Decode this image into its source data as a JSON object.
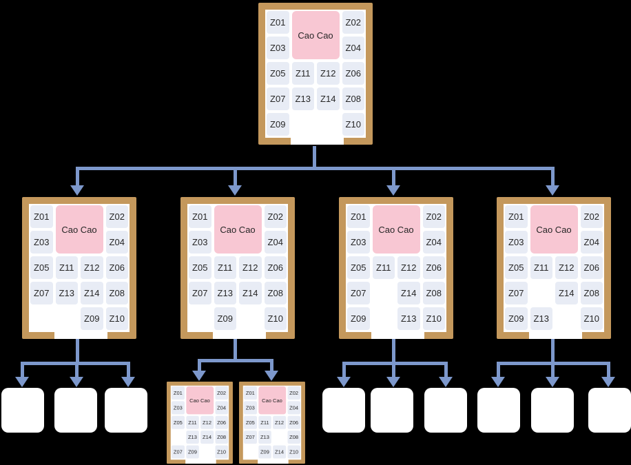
{
  "diagram_label": "klotski-solution-tree",
  "cao_label": "Cao Cao",
  "colors": {
    "background": "#000000",
    "board_frame": "#C4985C",
    "board_floor": "#FFFFFF",
    "piece": "#E8ECF5",
    "cao_piece": "#F8C7D3",
    "arrow": "#7D98CC",
    "piece_text": "#262626"
  },
  "boards": {
    "root": {
      "pieces": [
        {
          "label": "Z01",
          "row": 1,
          "col": 1
        },
        {
          "label": "Cao Cao",
          "row": 1,
          "col": 2,
          "rowspan": 2,
          "colspan": 2,
          "type": "cao"
        },
        {
          "label": "Z02",
          "row": 1,
          "col": 4
        },
        {
          "label": "Z03",
          "row": 2,
          "col": 1
        },
        {
          "label": "Z04",
          "row": 2,
          "col": 4
        },
        {
          "label": "Z05",
          "row": 3,
          "col": 1
        },
        {
          "label": "Z11",
          "row": 3,
          "col": 2
        },
        {
          "label": "Z12",
          "row": 3,
          "col": 3
        },
        {
          "label": "Z06",
          "row": 3,
          "col": 4
        },
        {
          "label": "Z07",
          "row": 4,
          "col": 1
        },
        {
          "label": "Z13",
          "row": 4,
          "col": 2
        },
        {
          "label": "Z14",
          "row": 4,
          "col": 3
        },
        {
          "label": "Z08",
          "row": 4,
          "col": 4
        },
        {
          "label": "Z09",
          "row": 5,
          "col": 1
        },
        {
          "label": "Z10",
          "row": 5,
          "col": 4
        }
      ]
    },
    "child1": {
      "pieces": [
        {
          "label": "Z01",
          "row": 1,
          "col": 1
        },
        {
          "label": "Cao Cao",
          "row": 1,
          "col": 2,
          "rowspan": 2,
          "colspan": 2,
          "type": "cao"
        },
        {
          "label": "Z02",
          "row": 1,
          "col": 4
        },
        {
          "label": "Z03",
          "row": 2,
          "col": 1
        },
        {
          "label": "Z04",
          "row": 2,
          "col": 4
        },
        {
          "label": "Z05",
          "row": 3,
          "col": 1
        },
        {
          "label": "Z11",
          "row": 3,
          "col": 2
        },
        {
          "label": "Z12",
          "row": 3,
          "col": 3
        },
        {
          "label": "Z06",
          "row": 3,
          "col": 4
        },
        {
          "label": "Z07",
          "row": 4,
          "col": 1
        },
        {
          "label": "Z13",
          "row": 4,
          "col": 2
        },
        {
          "label": "Z14",
          "row": 4,
          "col": 3
        },
        {
          "label": "Z08",
          "row": 4,
          "col": 4
        },
        {
          "label": "Z09",
          "row": 5,
          "col": 3
        },
        {
          "label": "Z10",
          "row": 5,
          "col": 4
        }
      ]
    },
    "child2": {
      "pieces": [
        {
          "label": "Z01",
          "row": 1,
          "col": 1
        },
        {
          "label": "Cao Cao",
          "row": 1,
          "col": 2,
          "rowspan": 2,
          "colspan": 2,
          "type": "cao"
        },
        {
          "label": "Z02",
          "row": 1,
          "col": 4
        },
        {
          "label": "Z03",
          "row": 2,
          "col": 1
        },
        {
          "label": "Z04",
          "row": 2,
          "col": 4
        },
        {
          "label": "Z05",
          "row": 3,
          "col": 1
        },
        {
          "label": "Z11",
          "row": 3,
          "col": 2
        },
        {
          "label": "Z12",
          "row": 3,
          "col": 3
        },
        {
          "label": "Z06",
          "row": 3,
          "col": 4
        },
        {
          "label": "Z07",
          "row": 4,
          "col": 1
        },
        {
          "label": "Z13",
          "row": 4,
          "col": 2
        },
        {
          "label": "Z14",
          "row": 4,
          "col": 3
        },
        {
          "label": "Z08",
          "row": 4,
          "col": 4
        },
        {
          "label": "Z09",
          "row": 5,
          "col": 2
        },
        {
          "label": "Z10",
          "row": 5,
          "col": 4
        }
      ]
    },
    "child3": {
      "pieces": [
        {
          "label": "Z01",
          "row": 1,
          "col": 1
        },
        {
          "label": "Cao Cao",
          "row": 1,
          "col": 2,
          "rowspan": 2,
          "colspan": 2,
          "type": "cao"
        },
        {
          "label": "Z02",
          "row": 1,
          "col": 4
        },
        {
          "label": "Z03",
          "row": 2,
          "col": 1
        },
        {
          "label": "Z04",
          "row": 2,
          "col": 4
        },
        {
          "label": "Z05",
          "row": 3,
          "col": 1
        },
        {
          "label": "Z11",
          "row": 3,
          "col": 2
        },
        {
          "label": "Z12",
          "row": 3,
          "col": 3
        },
        {
          "label": "Z06",
          "row": 3,
          "col": 4
        },
        {
          "label": "Z07",
          "row": 4,
          "col": 1
        },
        {
          "label": "Z14",
          "row": 4,
          "col": 3
        },
        {
          "label": "Z08",
          "row": 4,
          "col": 4
        },
        {
          "label": "Z09",
          "row": 5,
          "col": 1
        },
        {
          "label": "Z13",
          "row": 5,
          "col": 3
        },
        {
          "label": "Z10",
          "row": 5,
          "col": 4
        }
      ]
    },
    "child4": {
      "pieces": [
        {
          "label": "Z01",
          "row": 1,
          "col": 1
        },
        {
          "label": "Cao Cao",
          "row": 1,
          "col": 2,
          "rowspan": 2,
          "colspan": 2,
          "type": "cao"
        },
        {
          "label": "Z02",
          "row": 1,
          "col": 4
        },
        {
          "label": "Z03",
          "row": 2,
          "col": 1
        },
        {
          "label": "Z04",
          "row": 2,
          "col": 4
        },
        {
          "label": "Z05",
          "row": 3,
          "col": 1
        },
        {
          "label": "Z11",
          "row": 3,
          "col": 2
        },
        {
          "label": "Z12",
          "row": 3,
          "col": 3
        },
        {
          "label": "Z06",
          "row": 3,
          "col": 4
        },
        {
          "label": "Z07",
          "row": 4,
          "col": 1
        },
        {
          "label": "Z14",
          "row": 4,
          "col": 3
        },
        {
          "label": "Z08",
          "row": 4,
          "col": 4
        },
        {
          "label": "Z09",
          "row": 5,
          "col": 1
        },
        {
          "label": "Z13",
          "row": 5,
          "col": 2
        },
        {
          "label": "Z10",
          "row": 5,
          "col": 4
        }
      ]
    },
    "grandchild1": {
      "pieces": [
        {
          "label": "Z01",
          "row": 1,
          "col": 1
        },
        {
          "label": "Cao Cao",
          "row": 1,
          "col": 2,
          "rowspan": 2,
          "colspan": 2,
          "type": "cao"
        },
        {
          "label": "Z02",
          "row": 1,
          "col": 4
        },
        {
          "label": "Z03",
          "row": 2,
          "col": 1
        },
        {
          "label": "Z04",
          "row": 2,
          "col": 4
        },
        {
          "label": "Z05",
          "row": 3,
          "col": 1
        },
        {
          "label": "Z11",
          "row": 3,
          "col": 2
        },
        {
          "label": "Z12",
          "row": 3,
          "col": 3
        },
        {
          "label": "Z06",
          "row": 3,
          "col": 4
        },
        {
          "label": "Z13",
          "row": 4,
          "col": 2
        },
        {
          "label": "Z14",
          "row": 4,
          "col": 3
        },
        {
          "label": "Z08",
          "row": 4,
          "col": 4
        },
        {
          "label": "Z07",
          "row": 5,
          "col": 1
        },
        {
          "label": "Z09",
          "row": 5,
          "col": 2
        },
        {
          "label": "Z10",
          "row": 5,
          "col": 4
        }
      ]
    },
    "grandchild2": {
      "pieces": [
        {
          "label": "Z01",
          "row": 1,
          "col": 1
        },
        {
          "label": "Cao Cao",
          "row": 1,
          "col": 2,
          "rowspan": 2,
          "colspan": 2,
          "type": "cao"
        },
        {
          "label": "Z02",
          "row": 1,
          "col": 4
        },
        {
          "label": "Z03",
          "row": 2,
          "col": 1
        },
        {
          "label": "Z04",
          "row": 2,
          "col": 4
        },
        {
          "label": "Z05",
          "row": 3,
          "col": 1
        },
        {
          "label": "Z11",
          "row": 3,
          "col": 2
        },
        {
          "label": "Z12",
          "row": 3,
          "col": 3
        },
        {
          "label": "Z06",
          "row": 3,
          "col": 4
        },
        {
          "label": "Z07",
          "row": 4,
          "col": 1
        },
        {
          "label": "Z13",
          "row": 4,
          "col": 2
        },
        {
          "label": "Z08",
          "row": 4,
          "col": 4
        },
        {
          "label": "Z09",
          "row": 5,
          "col": 2
        },
        {
          "label": "Z14",
          "row": 5,
          "col": 3
        },
        {
          "label": "Z10",
          "row": 5,
          "col": 4
        }
      ]
    }
  },
  "leaf_nodes": {
    "count": 9,
    "label": ""
  }
}
